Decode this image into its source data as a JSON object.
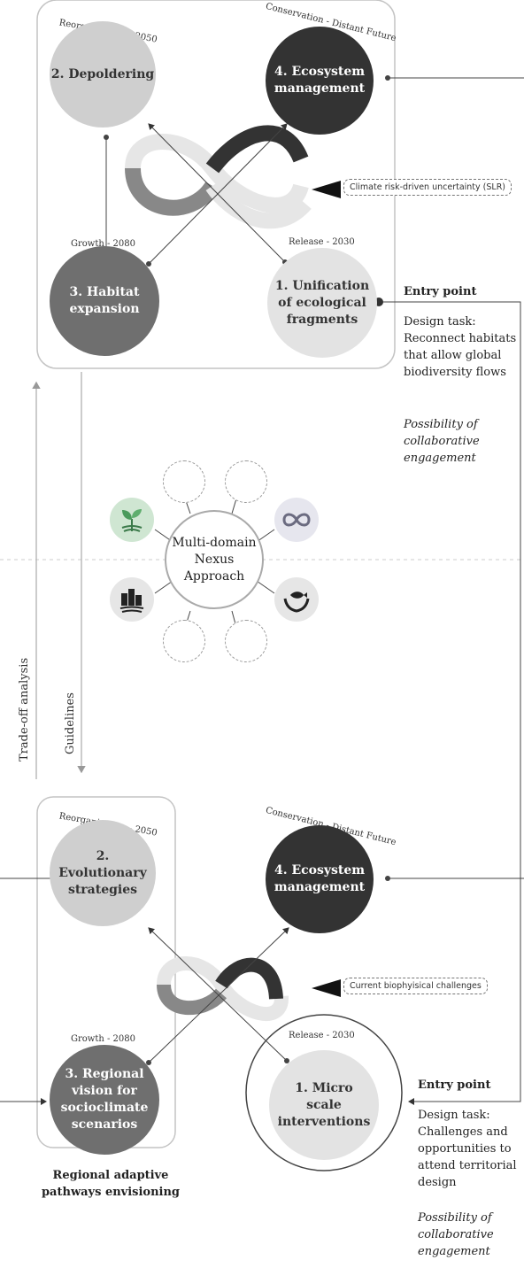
{
  "top": {
    "phases": {
      "reorg_label": "Reorganization - 2050",
      "conservation_label": "Conservation - Distant Future",
      "growth_label": "Growth - 2080",
      "release_label": "Release - 2030"
    },
    "circles": {
      "c2": "2. Depoldering",
      "c4": "4. Ecosystem management",
      "c3": "3. Habitat expansion",
      "c1": "1. Unification of ecological fragments"
    },
    "tag": "Climate risk-driven uncertainty (SLR)",
    "entry_point": "Entry point",
    "design_task": "Design task: Reconnect habitats that allow global biodiversity flows",
    "collab": "Possibility of collaborative engagement"
  },
  "middle": {
    "nexus": "Multi-domain Nexus Approach",
    "trade_off": "Trade-off analysis",
    "guidelines": "Guidelines"
  },
  "bottom": {
    "phases": {
      "reorg_label": "Reorganization - 2050",
      "conservation_label": "Conservation - Distant Future",
      "growth_label": "Growth - 2080",
      "release_label": "Release - 2030"
    },
    "circles": {
      "c2": "2. Evolutionary strategies",
      "c4": "4. Ecosystem management",
      "c3": "3. Regional vision for socioclimate scenarios",
      "c1": "1. Micro scale interventions"
    },
    "tag": "Current biophyisical challenges",
    "entry_point": "Entry point",
    "design_task": "Design task: Challenges and opportunities to attend territorial design",
    "collab": "Possibility of collaborative engagement",
    "caption": "Regional adaptive pathways envisioning"
  },
  "icons": [
    "sprout-icon",
    "infinity-icon",
    "buildings-icon",
    "fish-hands-icon"
  ],
  "colors": {
    "dark": "#333333",
    "mid": "#6f6f6f",
    "light": "#cfcfcf",
    "pale": "#e3e3e3",
    "green": "#5fa36f"
  }
}
